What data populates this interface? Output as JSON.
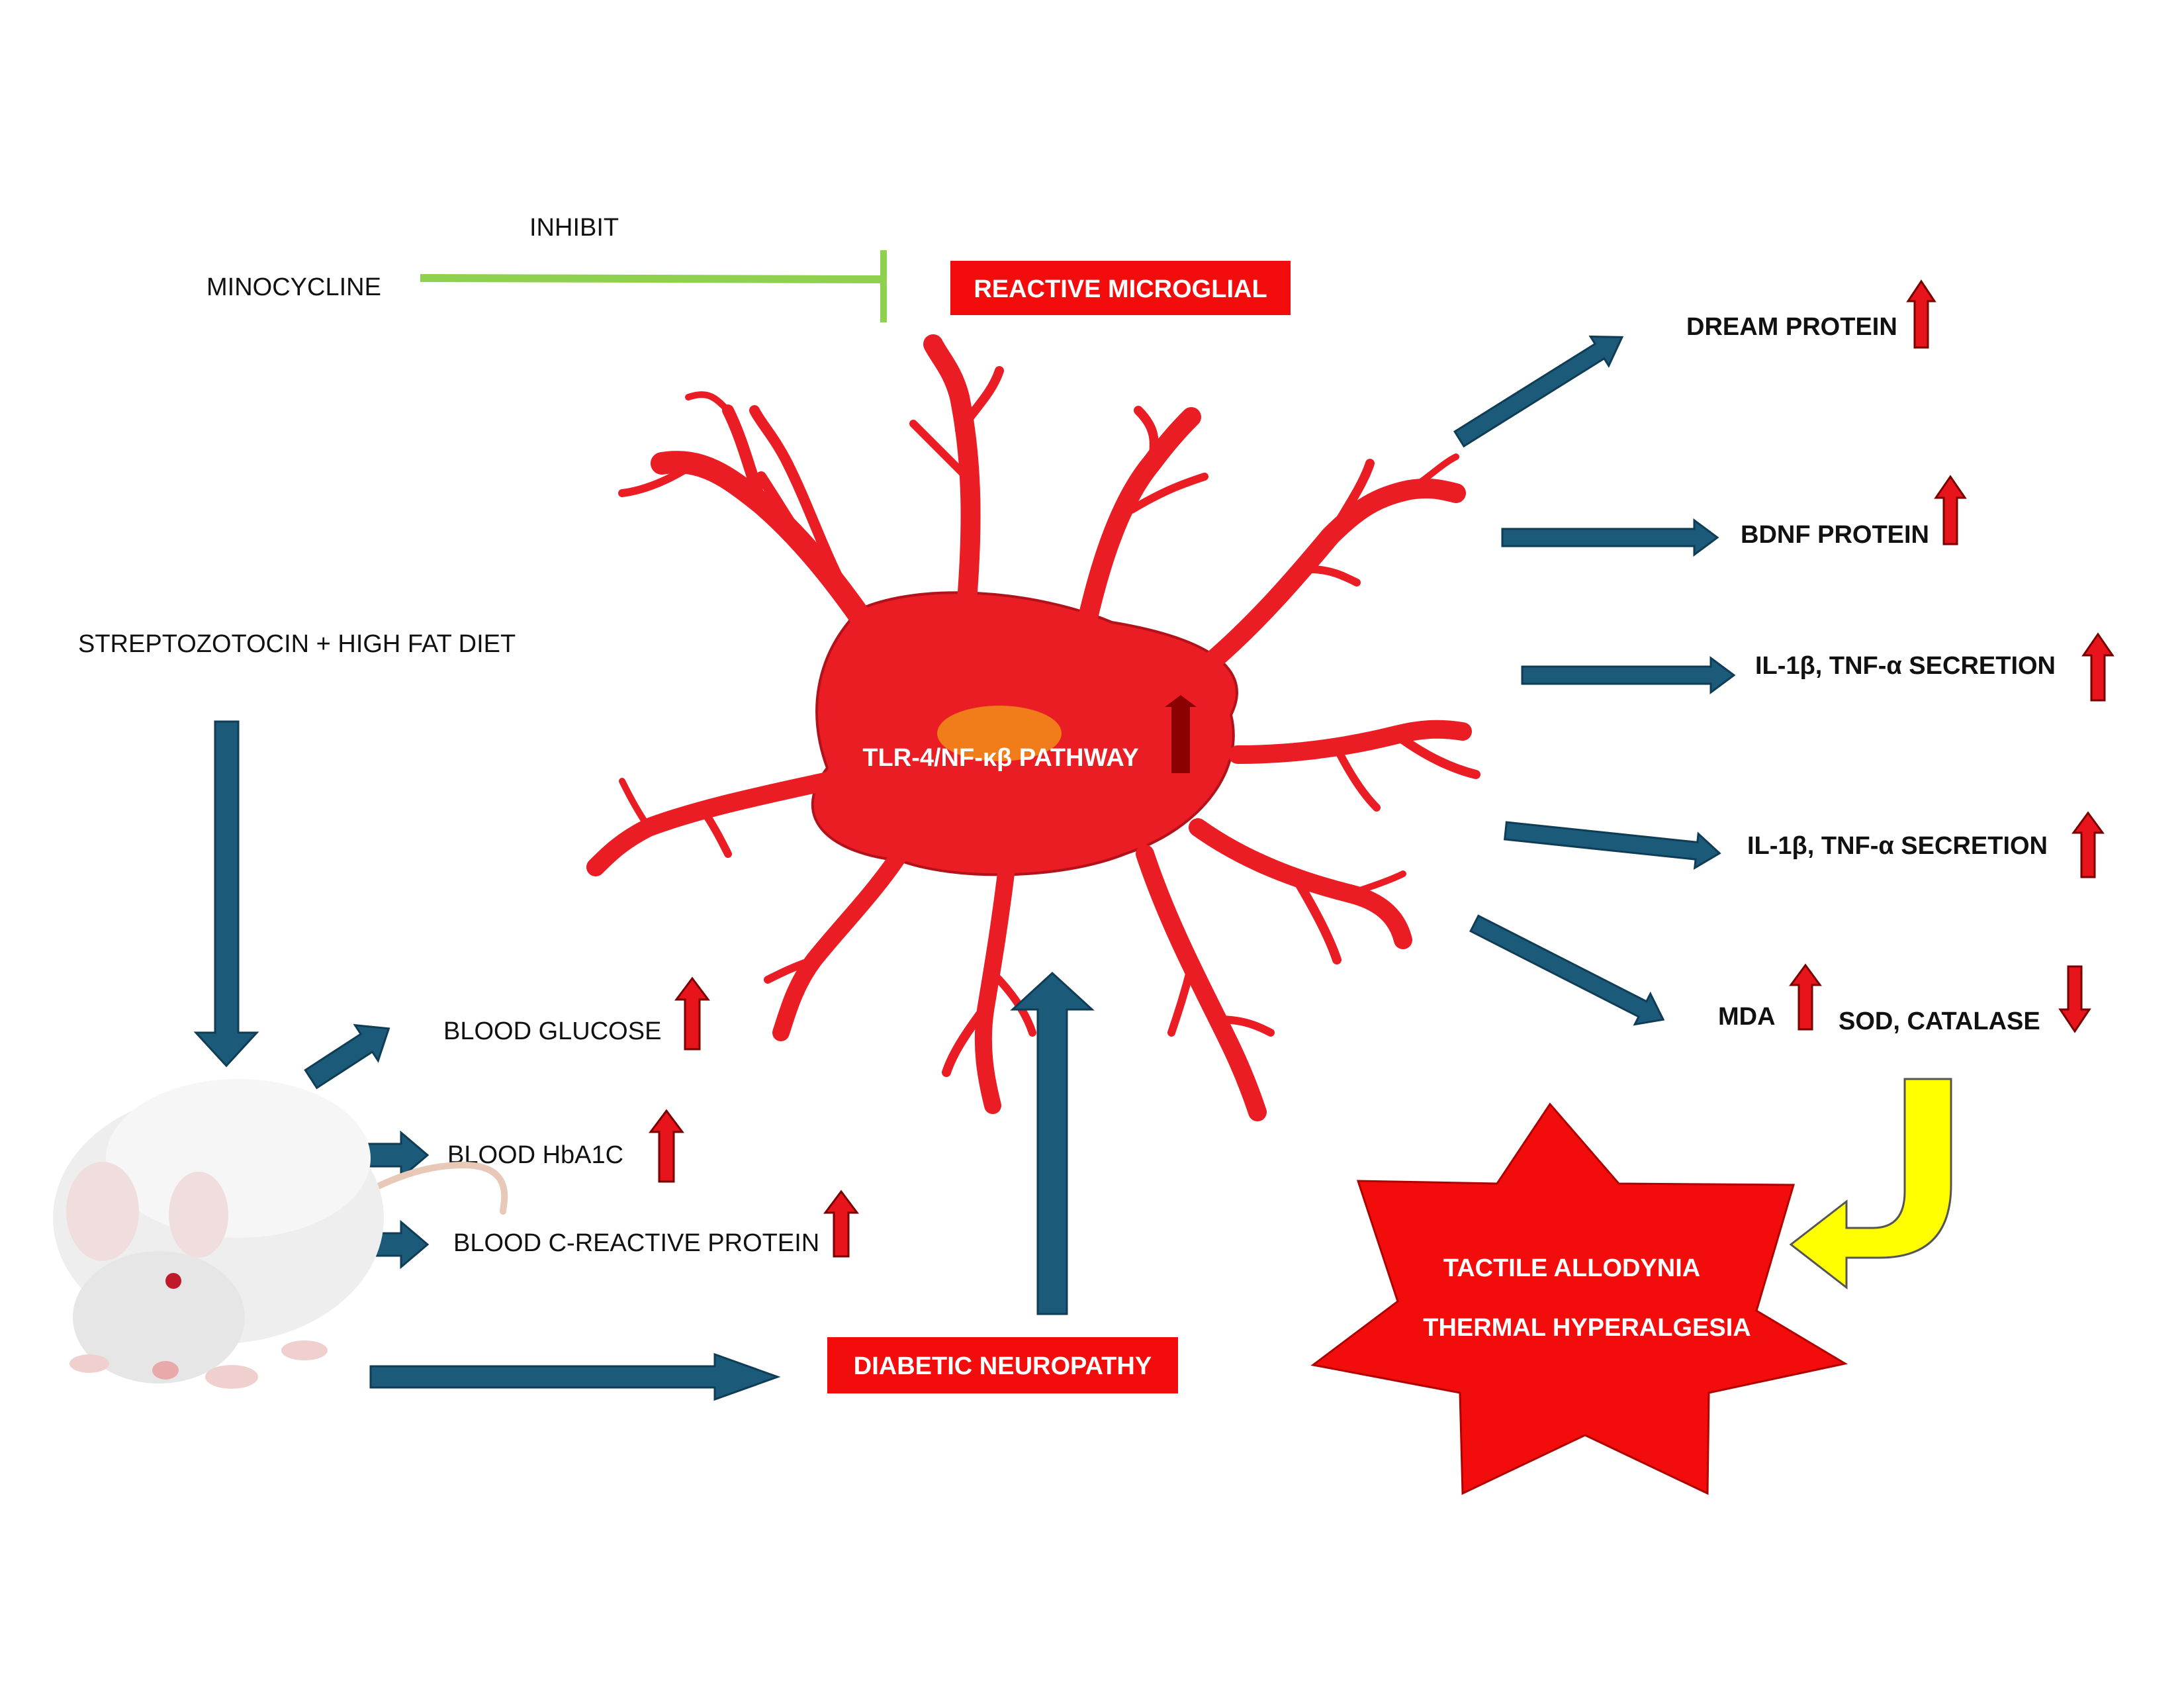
{
  "labels": {
    "inhibit": "INHIBIT",
    "minocycline": "MINOCYCLINE",
    "reactive_microglial": "REACTIVE MICROGLIAL",
    "dream_protein": "DREAM PROTEIN",
    "bdnf_protein": "BDNF PROTEIN",
    "secretion_1": "IL-1β, TNF-α SECRETION",
    "secretion_2": "IL-1β, TNF-α SECRETION",
    "pathway": "TLR-4/NF-κβ PATHWAY",
    "stz_diet": "STREPTOZOTOCIN + HIGH FAT DIET",
    "mda": "MDA",
    "sod_catalase": "SOD, CATALASE",
    "blood_glucose": "BLOOD GLUCOSE",
    "blood_hba1c": "BLOOD HbA1C",
    "blood_crp": "BLOOD C-REACTIVE PROTEIN",
    "diabetic_neuropathy": "DIABETIC NEUROPATHY",
    "tactile_allodynia": "TACTILE ALLODYNIA",
    "thermal_hyperalgesia": "THERMAL HYPERALGESIA"
  },
  "colors": {
    "flow_arrow": "#1c5a7a",
    "flow_arrow_stroke": "#0f3d55",
    "inhibit_line": "#8fd14f",
    "microglia": "#ea1c24",
    "microglia_outline": "#b3121a",
    "nucleus": "#f07c1a",
    "box_red": "#f20c0c",
    "up_arrow": "#e8141c",
    "yellow_arrow": "#ffff00",
    "rat_body": "#eeeeee"
  },
  "indicators": {
    "dream_protein": "up",
    "bdnf_protein": "up",
    "secretion_1": "up",
    "secretion_2": "up",
    "pathway": "up",
    "mda": "up",
    "sod_catalase": "down",
    "blood_glucose": "up",
    "blood_hba1c": "up",
    "blood_crp": "up"
  }
}
